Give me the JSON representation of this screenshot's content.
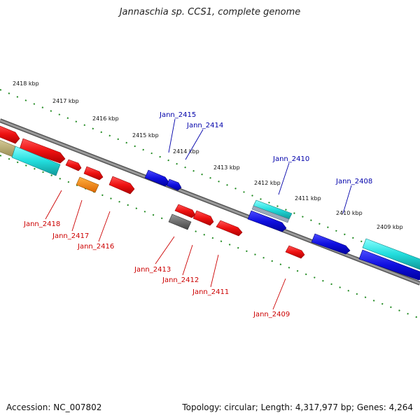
{
  "title": "Jannaschia sp. CCS1, complete genome",
  "footer": {
    "accession": "Accession: NC_007802",
    "topology": "Topology: circular; Length: 4,317,977 bp; Genes: 4,264"
  },
  "kbp_labels": [
    "2418 kbp",
    "2417 kbp",
    "2416 kbp",
    "2415 kbp",
    "2414 kbp",
    "2413 kbp",
    "2412 kbp",
    "2411 kbp",
    "2410 kbp",
    "2409 kbp"
  ],
  "gene_labels_top": [
    "Jann_2415",
    "Jann_2414",
    "Jann_2410",
    "Jann_2408"
  ],
  "gene_labels_bottom": [
    "Jann_2418",
    "Jann_2417",
    "Jann_2416",
    "Jann_2413",
    "Jann_2412",
    "Jann_2411",
    "Jann_2409"
  ],
  "colors": {
    "backbone": "#808080",
    "forward_gene": "#1010e0",
    "reverse_gene": "#ee1111",
    "rna": "#22cccc",
    "orange_gene": "#ff8800",
    "gray_gene": "#666666",
    "scale_ticks": "#228B22",
    "label_top": "#0000aa",
    "label_bottom": "#cc0000"
  }
}
